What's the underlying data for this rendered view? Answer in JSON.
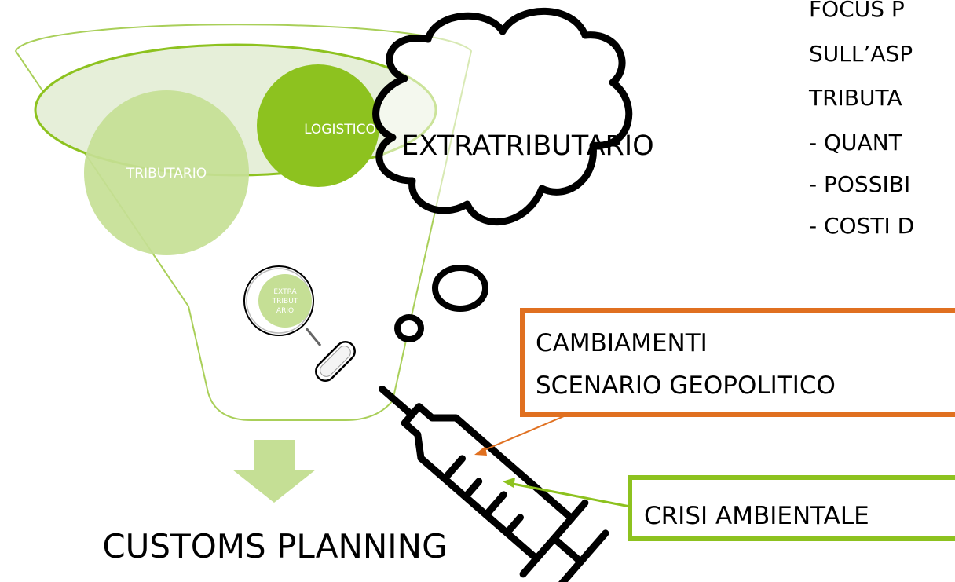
{
  "funnel": {
    "circle_left_label": "TRIBUTARIO",
    "circle_right_label": "LOGISTICO",
    "magnifier_label_lines": [
      "EXTRA",
      "TRIBUT",
      "ARIO"
    ],
    "output_label": "CUSTOMS PLANNING"
  },
  "cloud": {
    "label": "EXTRATRIBUTARIO"
  },
  "focus_text": {
    "lines": [
      "FOCUS P",
      "SULL’ASP",
      "TRIBUTA",
      "- QUANT",
      "- POSSIBI",
      "- COSTI D"
    ]
  },
  "callouts": {
    "geopolitics": {
      "lines": [
        "CAMBIAMENTI",
        "SCENARIO GEOPOLITICO"
      ]
    },
    "environment": {
      "label": "CRISI AMBIENTALE"
    }
  },
  "colors": {
    "green_dark": "#8dc21f",
    "green_mid": "#a9cf59",
    "green_light": "#c5df95",
    "green_pale": "#e6efd9",
    "orange": "#e07020",
    "black": "#000000"
  }
}
